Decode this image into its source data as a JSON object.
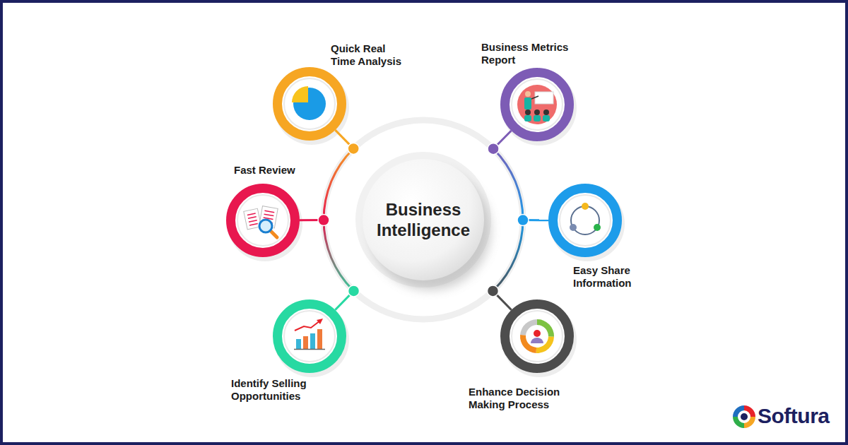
{
  "diagram": {
    "nodes": [
      {
        "text": [
          "Business Intelligence"
        ]
      },
      {
        "text": [
          "Quick Real Time Analysis"
        ]
      },
      {
        "text": [
          "Business Metrics Report"
        ]
      },
      {
        "text": [
          "Fast Review"
        ]
      },
      {
        "text": [
          "Easy Share Information"
        ]
      },
      {
        "text": [
          "Identify Selling Opportunities"
        ]
      },
      {
        "text": [
          "Enhance Decision Making Process"
        ]
      }
    ],
    "edges": [
      {
        "from": 0,
        "to": 1,
        "arrow": "none"
      },
      {
        "from": 0,
        "to": 2,
        "arrow": "none"
      },
      {
        "from": 0,
        "to": 3,
        "arrow": "none"
      },
      {
        "from": 0,
        "to": 4,
        "arrow": "none"
      },
      {
        "from": 0,
        "to": 5,
        "arrow": "none"
      },
      {
        "from": 0,
        "to": 6,
        "arrow": "none"
      }
    ],
    "labels": [
      "Softura"
    ]
  }
}
